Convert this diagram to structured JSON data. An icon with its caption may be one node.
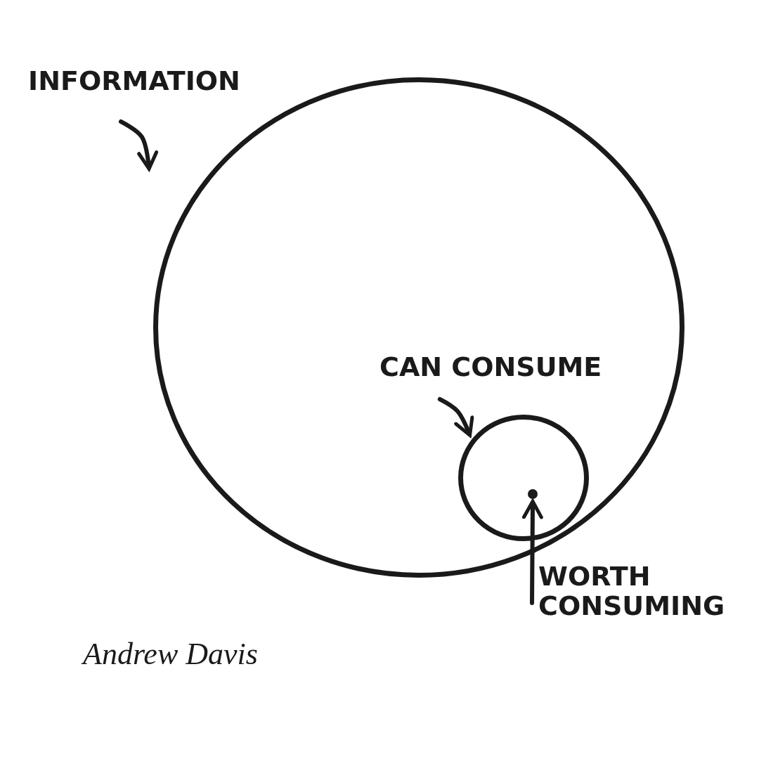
{
  "diagram": {
    "nodes": [
      {
        "text": [
          "INFORMATION"
        ]
      },
      {
        "text": [],
        "shape": "circle"
      },
      {
        "text": [
          "CAN CONSUME"
        ],
        "in": 1
      },
      {
        "text": [],
        "shape": "circle",
        "in": 1
      },
      {
        "text": [],
        "shape": "circle",
        "in": 3
      },
      {
        "text": [
          "WORTH CONSUMING"
        ]
      }
    ],
    "edges": [
      {
        "from": 0,
        "to": 1,
        "arrow": "to"
      },
      {
        "from": 2,
        "to": 3,
        "arrow": "to"
      },
      {
        "from": 5,
        "to": 4,
        "arrow": "to"
      }
    ],
    "labels": [
      "Andrew Davis"
    ]
  }
}
